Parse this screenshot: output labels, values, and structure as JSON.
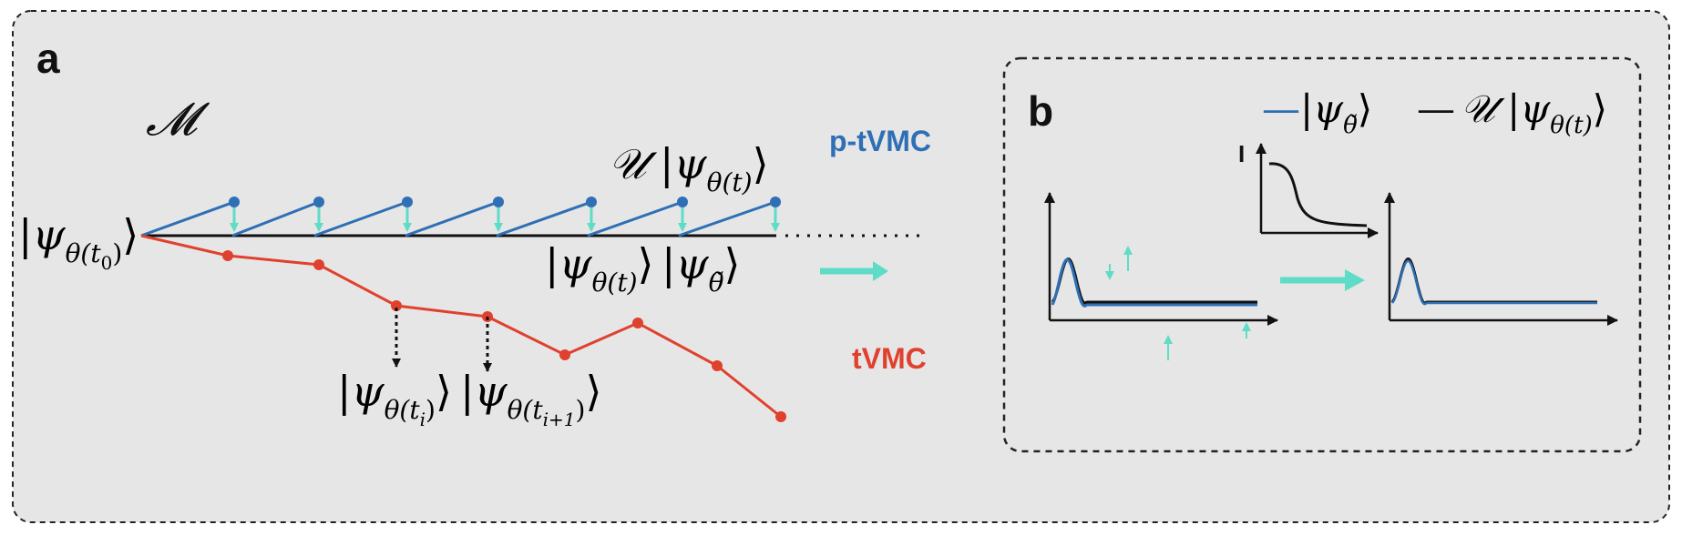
{
  "panel_a": {
    "label": "a",
    "manifold": "𝓜",
    "ptvmc_label": "p-tVMC",
    "tvmc_label": "tVMC",
    "colors": {
      "ptvmc": "#2e6fb5",
      "tvmc": "#e0412e",
      "projection": "#5fdcc7",
      "background": "#e6e6e6"
    },
    "kets": {
      "initial": {
        "psi": "ψ",
        "sub": "θ(t",
        "subsub": "0",
        "close": ")"
      },
      "evolved": {
        "op": "𝒰",
        "psi": "ψ",
        "sub": "θ(t)"
      },
      "current": {
        "psi": "ψ",
        "sub": "θ(t)"
      },
      "target": {
        "psi": "ψ",
        "sub": "θ̃"
      },
      "ti": {
        "psi": "ψ",
        "sub": "θ(t",
        "subsub": "i",
        "close": ")"
      },
      "ti1": {
        "psi": "ψ",
        "sub": "θ(t",
        "subsub": "i+1",
        "close": ")"
      }
    }
  },
  "panel_b": {
    "label": "b",
    "legend": [
      {
        "dash": "—",
        "op": "",
        "psi": "ψ",
        "sub": "θ̃",
        "color": "#2e6fb5"
      },
      {
        "dash": "—",
        "op": "𝒰",
        "psi": "ψ",
        "sub": "θ(t)",
        "color": "#111111"
      }
    ],
    "inset_ylabel": "I"
  }
}
